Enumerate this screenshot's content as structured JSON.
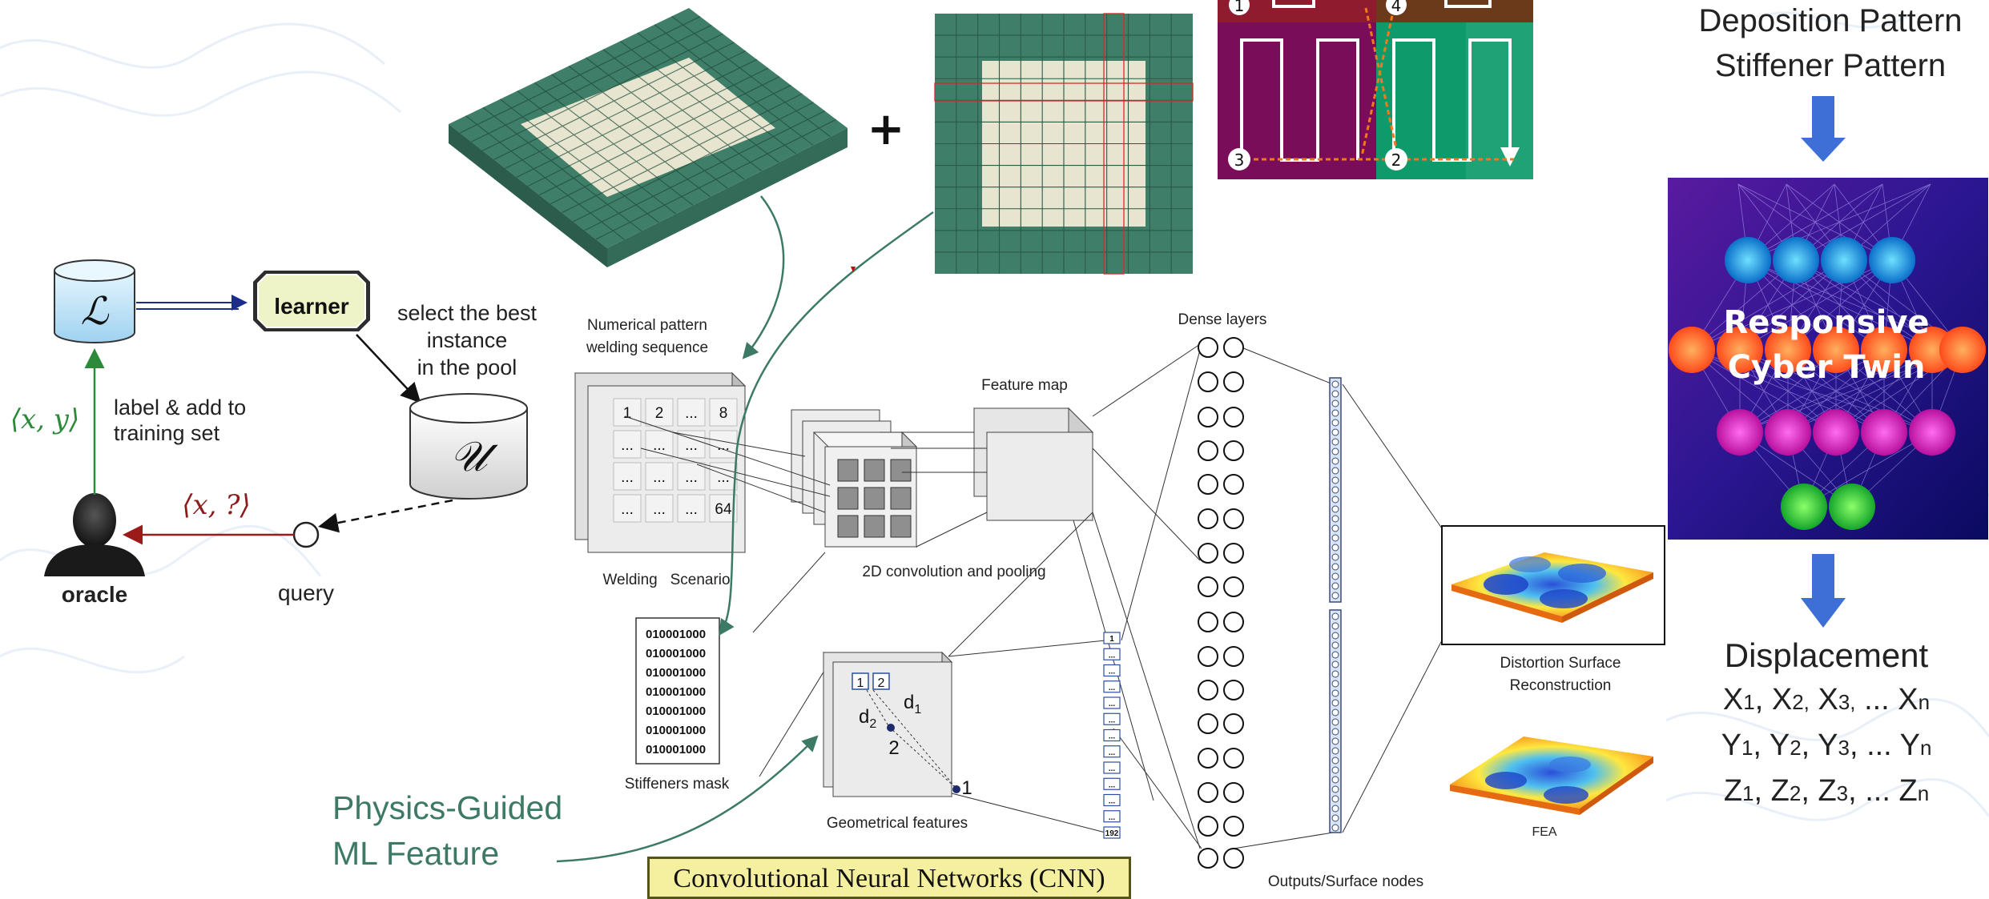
{
  "active_learning": {
    "learner": "learner",
    "labeled_symbol": "ℒ",
    "unlabeled_symbol": "𝒰",
    "select_text": [
      "select the best",
      "instance",
      "in the pool"
    ],
    "label_text": [
      "label & add to",
      "training set"
    ],
    "xy": "⟨x, y⟩",
    "xq": "⟨x, ?⟩",
    "oracle": "oracle",
    "query": "query"
  },
  "plus": "+",
  "cnn": {
    "numerical_pattern": [
      "Numerical pattern",
      "welding sequence"
    ],
    "grid_cells": [
      [
        "1",
        "2",
        "...",
        "8"
      ],
      [
        "...",
        "...",
        "...",
        "..."
      ],
      [
        "...",
        "...",
        "...",
        "..."
      ],
      [
        "...",
        "...",
        "...",
        "64"
      ]
    ],
    "welding_scenario": "Welding   Scenario",
    "feature_map": "Feature map",
    "conv_pooling": "2D convolution and pooling",
    "dense_layers": "Dense layers",
    "stiffeners_mask_rows": [
      "010001000",
      "010001000",
      "010001000",
      "010001000",
      "010001000",
      "010001000",
      "010001000"
    ],
    "stiffeners_mask": "Stiffeners mask",
    "geo_box_1": "1",
    "geo_box_2": "2",
    "d2": "d",
    "d2_sub": "2",
    "d1": "d",
    "d1_sub": "1",
    "point_2": "2",
    "point_1": "1",
    "geometrical_features": "Geometrical features",
    "vector_top": "1",
    "vector_dots": "...",
    "vector_bottom": "192",
    "distortion_label": [
      "Distortion Surface",
      "Reconstruction"
    ],
    "fea": "FEA",
    "outputs": "Outputs/Surface nodes",
    "title": "Convolutional Neural Networks (CNN)"
  },
  "physics_guided": [
    "Physics-Guided",
    "ML Feature"
  ],
  "sequence_numbers": [
    "1",
    "4",
    "3",
    "2"
  ],
  "right_panel": {
    "deposition": "Deposition Pattern",
    "stiffener": "Stiffener Pattern",
    "twin": [
      "Responsive",
      "Cyber Twin"
    ],
    "displacement": "Displacement",
    "x_row": {
      "v1": "X",
      "s1": "1",
      "v2": "X",
      "s2": "2,",
      "v3": "X",
      "s3": "3,",
      "dots": "... X",
      "sn": "n"
    },
    "y_row": {
      "v1": "Y",
      "s1": "1",
      "v2": "Y",
      "s2": "2",
      "v3": "Y",
      "s3": "3",
      "dots": "... Y",
      "sn": "n"
    },
    "z_row": {
      "v1": "Z",
      "s1": "1",
      "v2": "Z",
      "s2": "2",
      "v3": "Z",
      "s3": "3",
      "dots": "... Z",
      "sn": "n"
    }
  },
  "colors": {
    "plate_border": "#3f7e68",
    "plate_inner": "#e7e5cf",
    "arrow_green": "#3d7a65",
    "seq_red": "#8e1b2e",
    "seq_purple": "#7a0d59",
    "seq_green": "#0f9a6b",
    "twin_bg_top": "#321a8a",
    "twin_bg_bottom": "#0e0c6a",
    "down_arrow": "#3d6fd6"
  }
}
